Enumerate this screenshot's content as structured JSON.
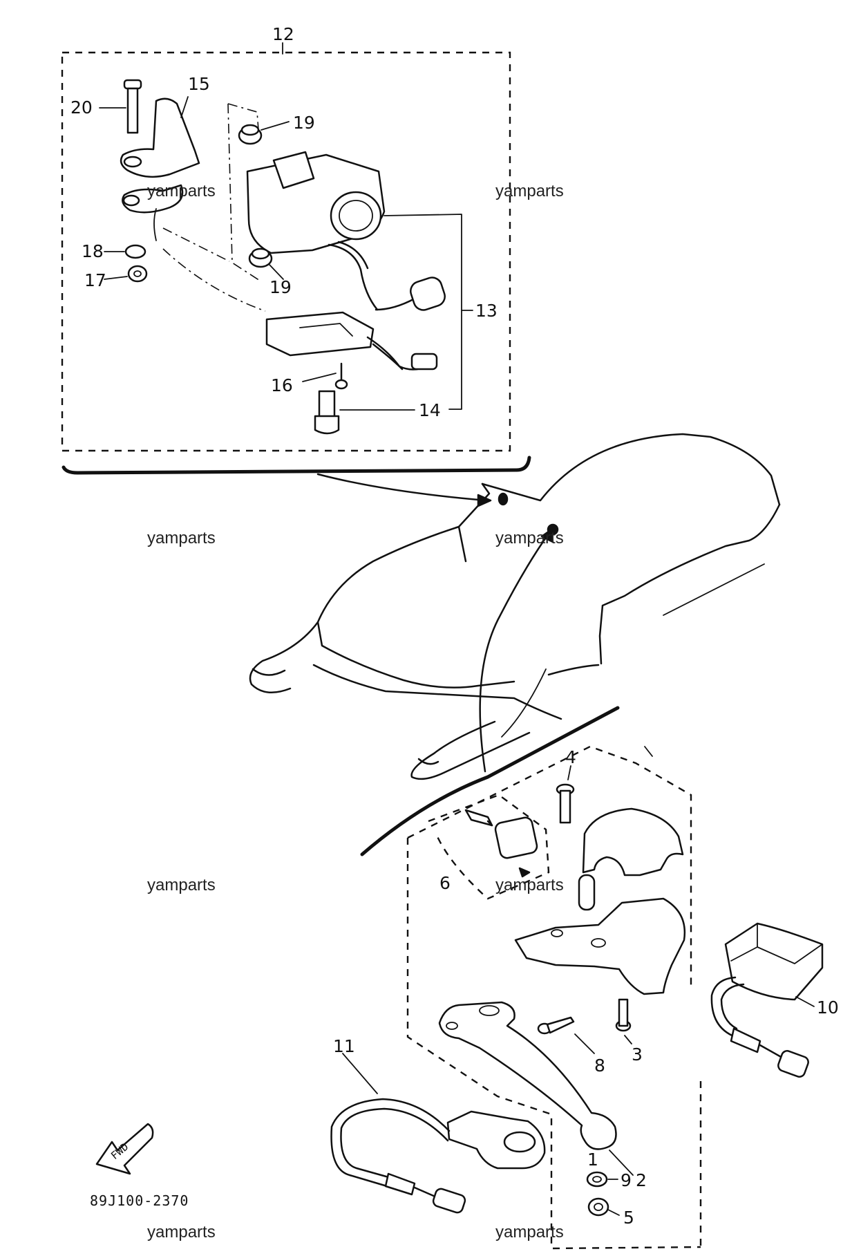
{
  "diagram": {
    "drawing_code": "89J100-2370",
    "fwd_label": "FWD",
    "watermark": "yamparts",
    "part_labels": [
      "1",
      "2",
      "3",
      "4",
      "5",
      "6",
      "8",
      "9",
      "10",
      "11",
      "12",
      "13",
      "14",
      "15",
      "16",
      "17",
      "18",
      "19",
      "19",
      "20"
    ]
  }
}
